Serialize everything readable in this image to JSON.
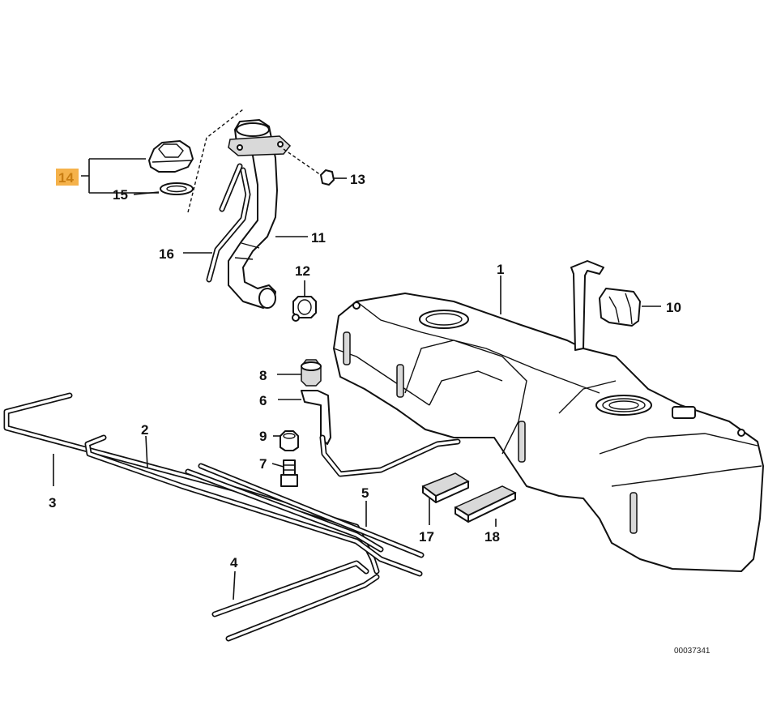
{
  "labels": {
    "l1": "1",
    "l2": "2",
    "l3": "3",
    "l4": "4",
    "l5": "5",
    "l6": "6",
    "l7": "7",
    "l8": "8",
    "l9": "9",
    "l10": "10",
    "l11": "11",
    "l12": "12",
    "l13": "13",
    "l14": "14",
    "l15": "15",
    "l16": "16",
    "l17": "17",
    "l18": "18"
  },
  "highlighted_label": "14",
  "highlight_color": "#f5b24b",
  "reference": "00037341"
}
